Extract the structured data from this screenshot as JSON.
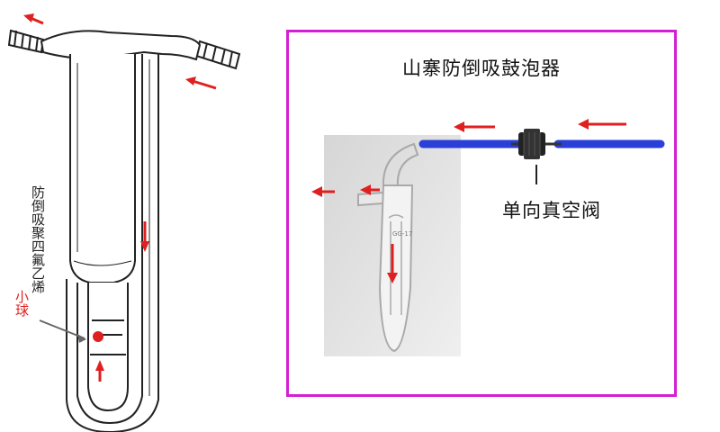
{
  "frame_title": "山寨防倒吸鼓泡器",
  "valve_label": "单向真空阀",
  "vertical_label": "防倒吸聚四氟乙烯",
  "ball_label": "小球",
  "colors": {
    "frame_border": "#d41fd4",
    "arrow": "#e02020",
    "tube": "#2a3fd8",
    "ball": "#e02020",
    "outline": "#222222"
  }
}
